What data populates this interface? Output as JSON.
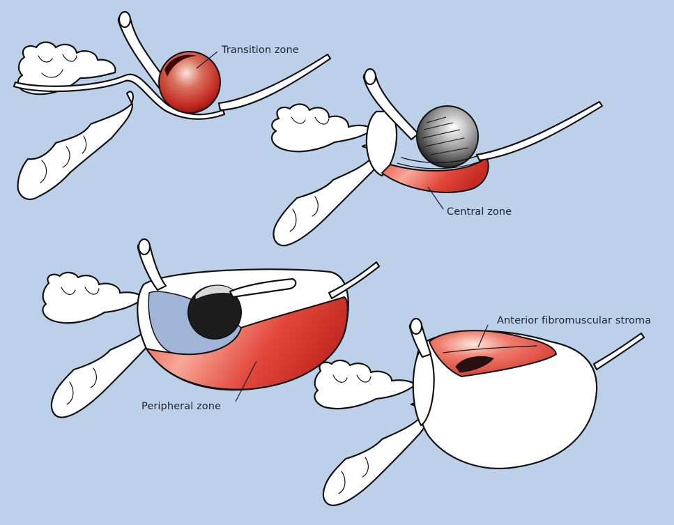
{
  "figure": {
    "background_color": "#bdd0ea",
    "highlight_color": "#e0463c",
    "outline_color": "#111111",
    "label_color": "#1e2230",
    "panels": [
      {
        "id": "transition",
        "label": "Transition zone",
        "position": "top-left"
      },
      {
        "id": "central",
        "label": "Central zone",
        "position": "top-right"
      },
      {
        "id": "peripheral",
        "label": "Peripheral zone",
        "position": "bottom-left"
      },
      {
        "id": "stroma",
        "label": "Anterior fibromuscular stroma",
        "position": "bottom-right"
      }
    ]
  }
}
